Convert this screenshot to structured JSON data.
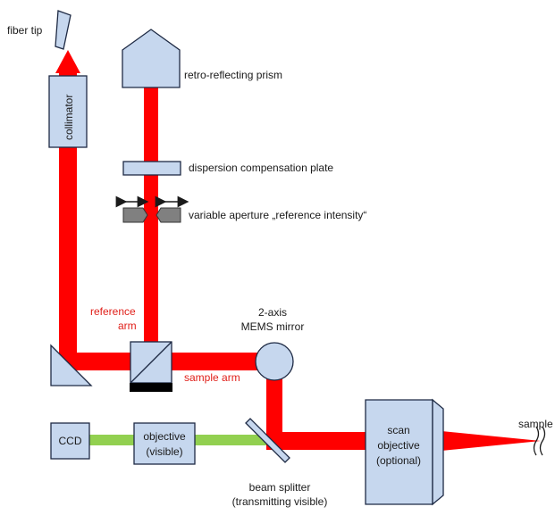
{
  "labels": {
    "fiber_tip": "fiber tip",
    "collimator": "collimator",
    "retro_prism": "retro-reflecting prism",
    "dispersion_plate": "dispersion compensation plate",
    "aperture": "variable aperture „reference intensity“",
    "reference_arm_1": "reference",
    "reference_arm_2": "arm",
    "mems_1": "2-axis",
    "mems_2": "MEMS mirror",
    "sample_arm": "sample arm",
    "ccd": "CCD",
    "objective_1": "objective",
    "objective_2": "(visible)",
    "scan_1": "scan",
    "scan_2": "objective",
    "scan_3": "(optional)",
    "sample": "sample",
    "bs_1": "beam splitter",
    "bs_2": "(transmitting visible)"
  },
  "colors": {
    "beam_red": "#ff0000",
    "beam_green": "#92d050",
    "component_fill": "#c6d7ee",
    "component_stroke": "#1e2a44",
    "annotation_red": "#e0201a"
  }
}
